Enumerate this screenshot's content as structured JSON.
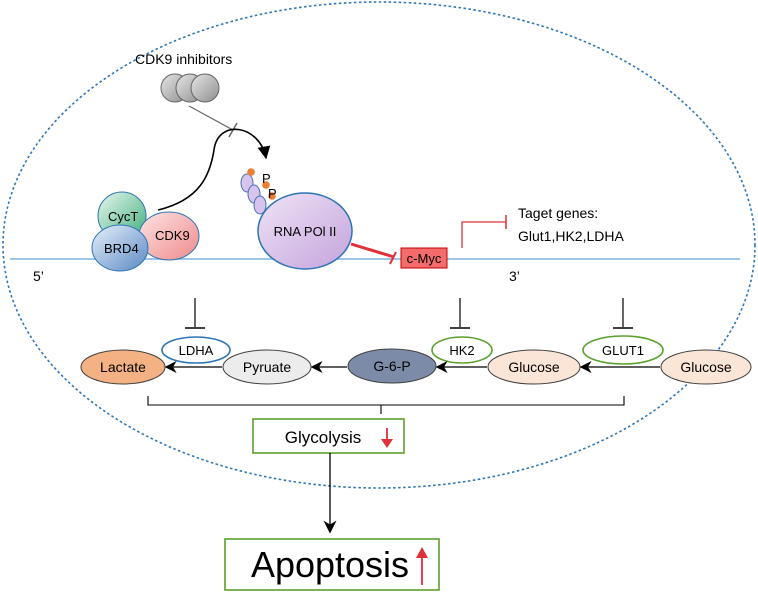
{
  "inhibitor": {
    "label": "CDK9 inhibitors"
  },
  "complex": {
    "cyct": "CycT",
    "cdk9": "CDK9",
    "brd4": "BRD4"
  },
  "polymerase": {
    "label": "RNA POl II",
    "phospho": [
      "P",
      "P",
      "P"
    ]
  },
  "dna": {
    "five_prime": "5’",
    "three_prime": "3’"
  },
  "cmyc": {
    "label": "c-Myc"
  },
  "target_genes": {
    "line1": "Taget genes:",
    "line2": "Glut1,HK2,LDHA"
  },
  "pathway": {
    "lactate": "Lactate",
    "ldha": "LDHA",
    "pyruate": "Pyruate",
    "g6p": "G-6-P",
    "hk2": "HK2",
    "glucose_in": "Glucose",
    "glut1": "GLUT1",
    "glucose_out": "Glucose"
  },
  "glycolysis": {
    "label": "Glycolysis"
  },
  "apoptosis": {
    "label": "Apoptosis"
  },
  "colors": {
    "cell_border": "#2e75b6",
    "dna": "#7fb2dc",
    "inhibitor_red": "#e0303a",
    "cmyc_fill": "#f36b6b",
    "green_box": "#5aa02c",
    "lactate_fill": "#f4b183",
    "g6p_fill": "#7c8ca8",
    "glucose_fill": "#fbe5d6"
  }
}
